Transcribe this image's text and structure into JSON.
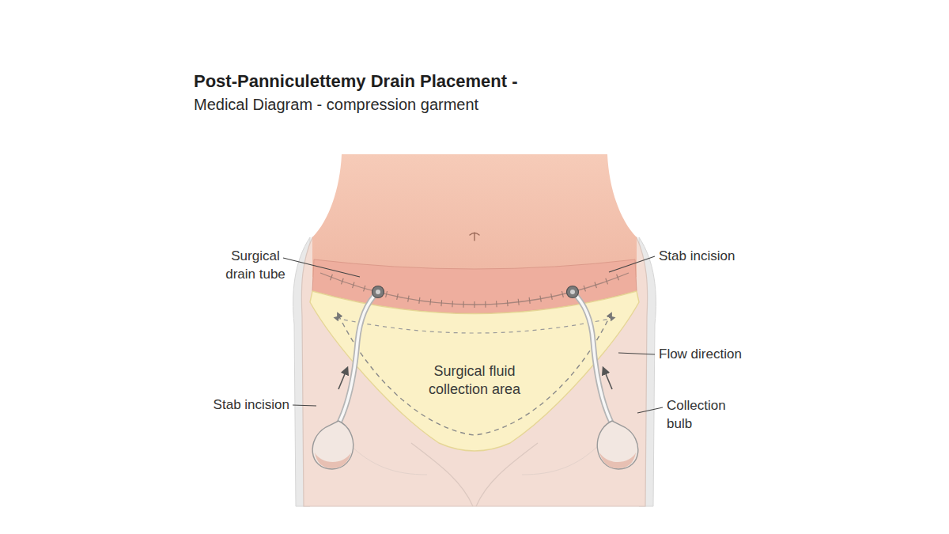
{
  "diagram": {
    "title": "Post-Panniculettemy Drain Placement -",
    "labels": [
      "Medical Diagram - compression garment",
      "Surgical drain tube",
      "Stab incision",
      "Flow direction",
      "Collection bulb",
      "Surgical fluid collection area",
      "Stab incision"
    ]
  }
}
